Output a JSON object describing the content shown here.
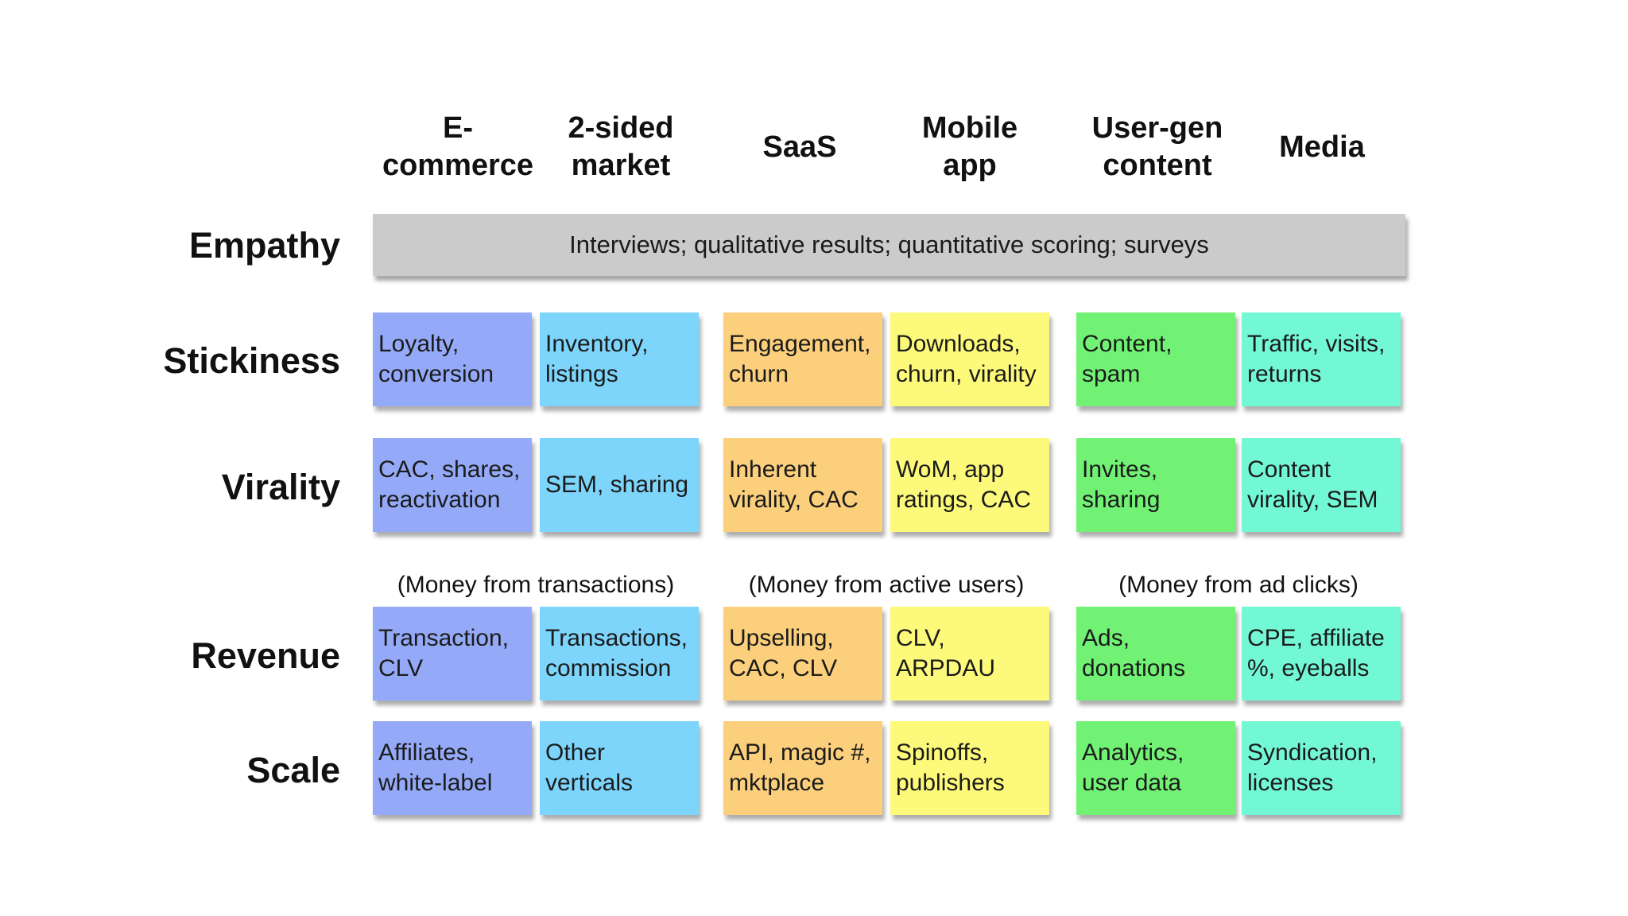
{
  "columns": [
    {
      "label": "E-\ncommerce"
    },
    {
      "label": "2-sided\nmarket"
    },
    {
      "label": "SaaS"
    },
    {
      "label": "Mobile\napp"
    },
    {
      "label": "User-gen\ncontent"
    },
    {
      "label": "Media"
    }
  ],
  "rows": {
    "empathy": "Empathy",
    "stickiness": "Stickiness",
    "virality": "Virality",
    "revenue": "Revenue",
    "scale": "Scale"
  },
  "empathy_banner": "Interviews; qualitative results; quantitative scoring; surveys",
  "revenue_notes": [
    "(Money from transactions)",
    "(Money from active users)",
    "(Money from ad clicks)"
  ],
  "cells": {
    "stickiness": [
      "Loyalty,\nconversion",
      "Inventory,\nlistings",
      "Engagement,\nchurn",
      "Downloads,\nchurn, virality",
      "Content,\nspam",
      "Traffic, visits,\nreturns"
    ],
    "virality": [
      "CAC, shares,\nreactivation",
      "SEM, sharing",
      "Inherent\nvirality, CAC",
      "WoM, app\nratings, CAC",
      "Invites,\nsharing",
      "Content\nvirality, SEM"
    ],
    "revenue": [
      "Transaction,\nCLV",
      "Transactions,\ncommission",
      "Upselling,\nCAC, CLV",
      "CLV,\nARPDAU",
      "Ads,\ndonations",
      "CPE, affiliate\n%, eyeballs"
    ],
    "scale": [
      "Affiliates,\nwhite-label",
      "Other\nverticals",
      "API, magic #,\nmktplace",
      "Spinoffs,\npublishers",
      "Analytics,\nuser data",
      "Syndication,\nlicenses"
    ]
  },
  "colors": {
    "ecommerce": "#94aaf8",
    "two_sided_market": "#7dd5fc",
    "saas": "#fbcf7b",
    "mobile_app": "#fdfa7b",
    "user_gen_content": "#72f275",
    "media": "#73f8d5",
    "empathy_banner": "#cbcbcb"
  }
}
